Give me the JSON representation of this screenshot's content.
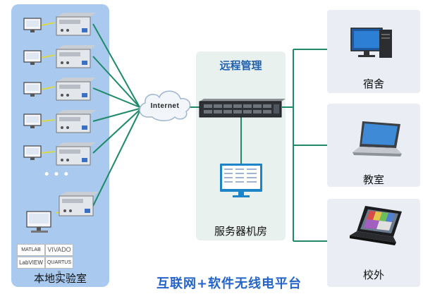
{
  "lab": {
    "label": "本地实验室",
    "ellipsis": "• • •",
    "logos": [
      "MATLAB SIMULINK",
      "VIVADO",
      "LabVIEW",
      "QUARTUS II"
    ]
  },
  "cloud": {
    "label": "Internet"
  },
  "server_room": {
    "title": "远程管理",
    "label": "服务器机房"
  },
  "destinations": [
    {
      "label": "宿舍",
      "icon": "desktop-computer-icon"
    },
    {
      "label": "教室",
      "icon": "laptop-icon"
    },
    {
      "label": "校外",
      "icon": "laptop-dark-icon"
    }
  ],
  "footer": {
    "title": "互联网+软件无线电平台"
  },
  "colors": {
    "lab_panel": "#a9c9ef",
    "server_panel": "#e8f1ee",
    "link_green": "#1e8a68",
    "title_blue": "#2464c8"
  }
}
